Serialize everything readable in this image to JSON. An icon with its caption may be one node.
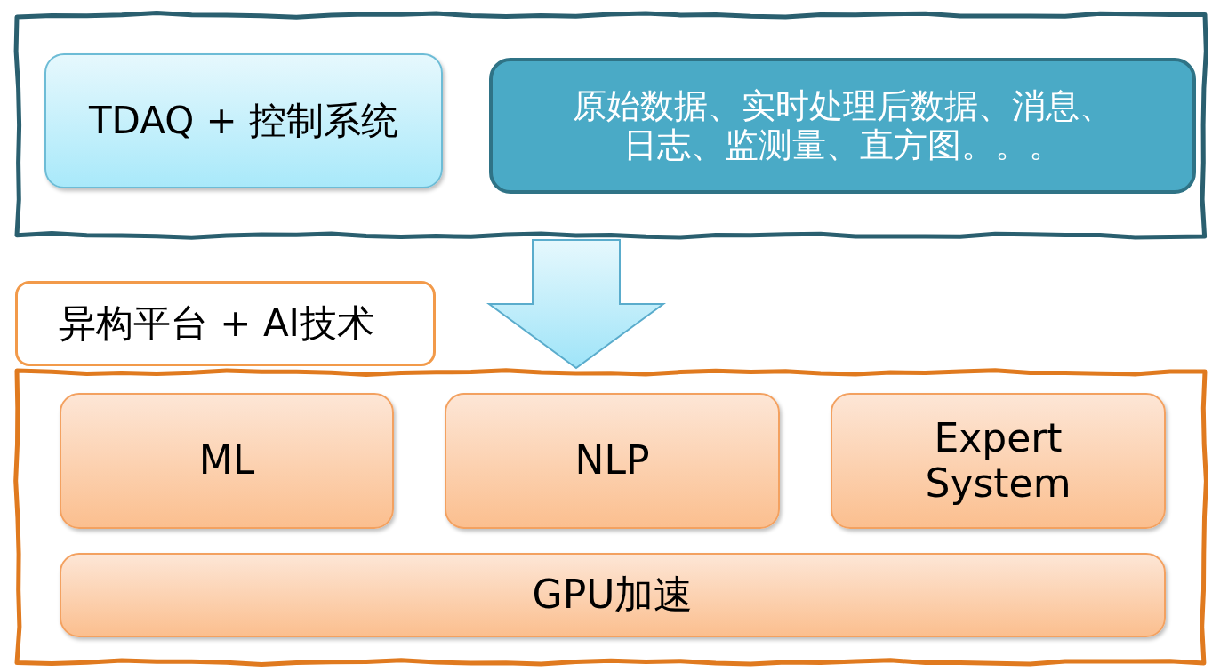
{
  "diagram": {
    "nodes": [
      {
        "text": [],
        "shape": "box"
      },
      {
        "text": [
          "TDAQ + 控制系统"
        ],
        "in": 0
      },
      {
        "text": [
          "原始数据、实时处理后数据、消息、日志、监测量、直方图。。。"
        ],
        "in": 0
      },
      {
        "text": [
          "异构平台 + AI技术"
        ]
      },
      {
        "text": [],
        "shape": "box"
      },
      {
        "text": [
          "ML"
        ],
        "in": 4
      },
      {
        "text": [
          "NLP"
        ],
        "in": 4
      },
      {
        "text": [
          "Expert System"
        ],
        "in": 4
      },
      {
        "text": [
          "GPU加速"
        ],
        "in": 4
      }
    ],
    "edges": [
      {
        "from": 0,
        "to": 4,
        "arrow": "to"
      }
    ]
  }
}
